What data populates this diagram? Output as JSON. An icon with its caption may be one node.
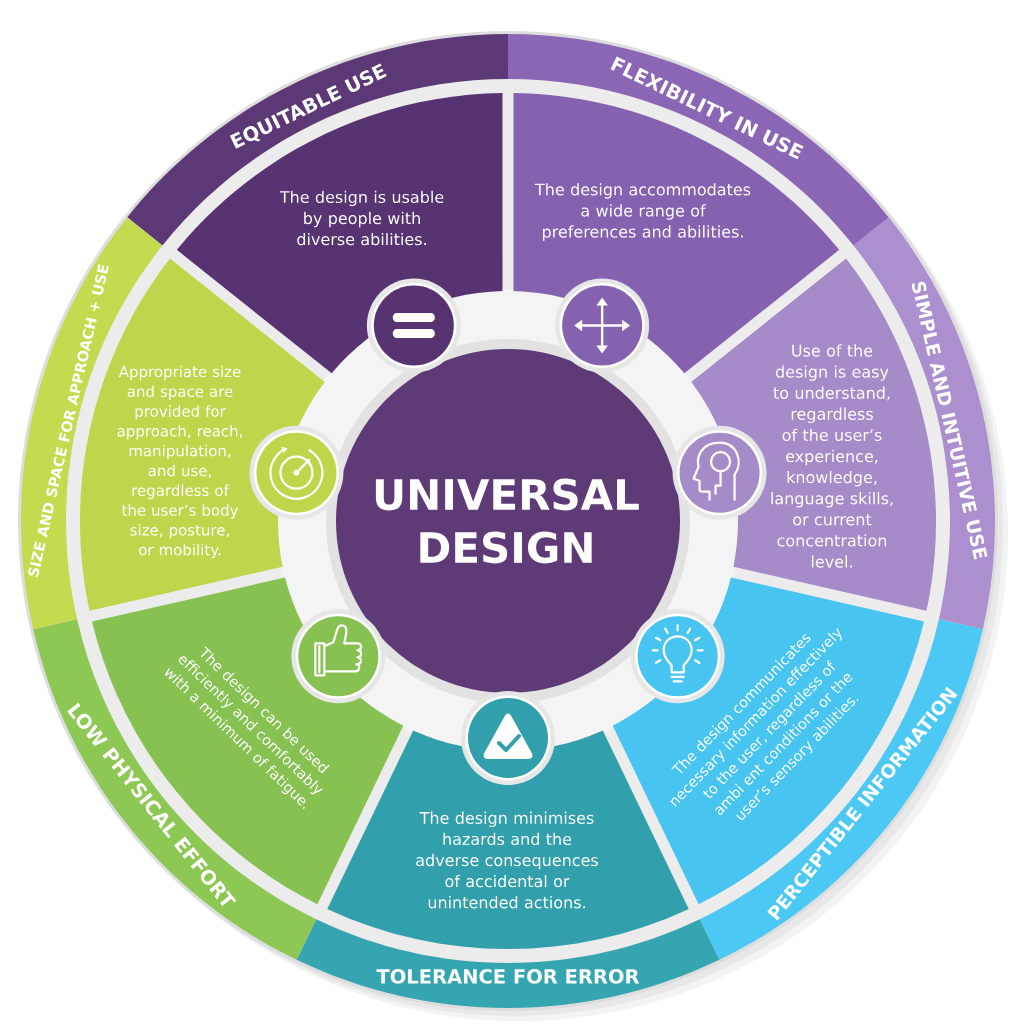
{
  "diagram": {
    "nodes": [
      {
        "text": [
          "UNIVERSAL DESIGN"
        ]
      },
      {
        "text": [
          "EQUITABLE USE",
          "The design is usable by people with diverse abilities."
        ]
      },
      {
        "text": [
          "FLEXIBILITY IN USE",
          "The design accommodates a wide range of preferences and abilities."
        ]
      },
      {
        "text": [
          "SIMPLE AND INTUITIVE USE",
          "Use of the design is easy to understand, regardless of the user’s experience, knowledge, language skills, or current concentration level."
        ]
      },
      {
        "text": [
          "The design communicates necessary information effectively to the user, regardless of ambi ent conditions or the user’s sensory abilities.",
          "PERCEPTIBLE INFORMATION"
        ]
      },
      {
        "text": [
          "The design minimises hazards and the adverse consequences of accidental or unintended actions.",
          "TOLERANCE FOR ERROR"
        ]
      },
      {
        "text": [
          "The design can be used efficiently and comfortably with a minimum of fatigue.",
          "LOW PHYSICAL EFFORT"
        ]
      },
      {
        "text": [
          "SIZE AND SPACE FOR APPROACH + USE",
          "Appropriate size and space are provided for approach, reach, manipulation, and use, regardless of the user’s body size, posture, or mobility."
        ]
      }
    ]
  }
}
